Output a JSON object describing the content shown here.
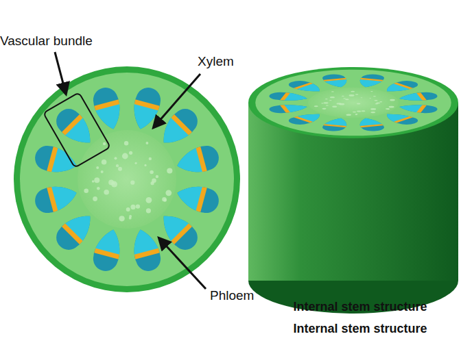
{
  "diagram": {
    "caption": "Internal stem structure",
    "labels": [
      "Vascular bundle",
      "Xylem",
      "Phloem",
      "Internal stem structure"
    ]
  }
}
